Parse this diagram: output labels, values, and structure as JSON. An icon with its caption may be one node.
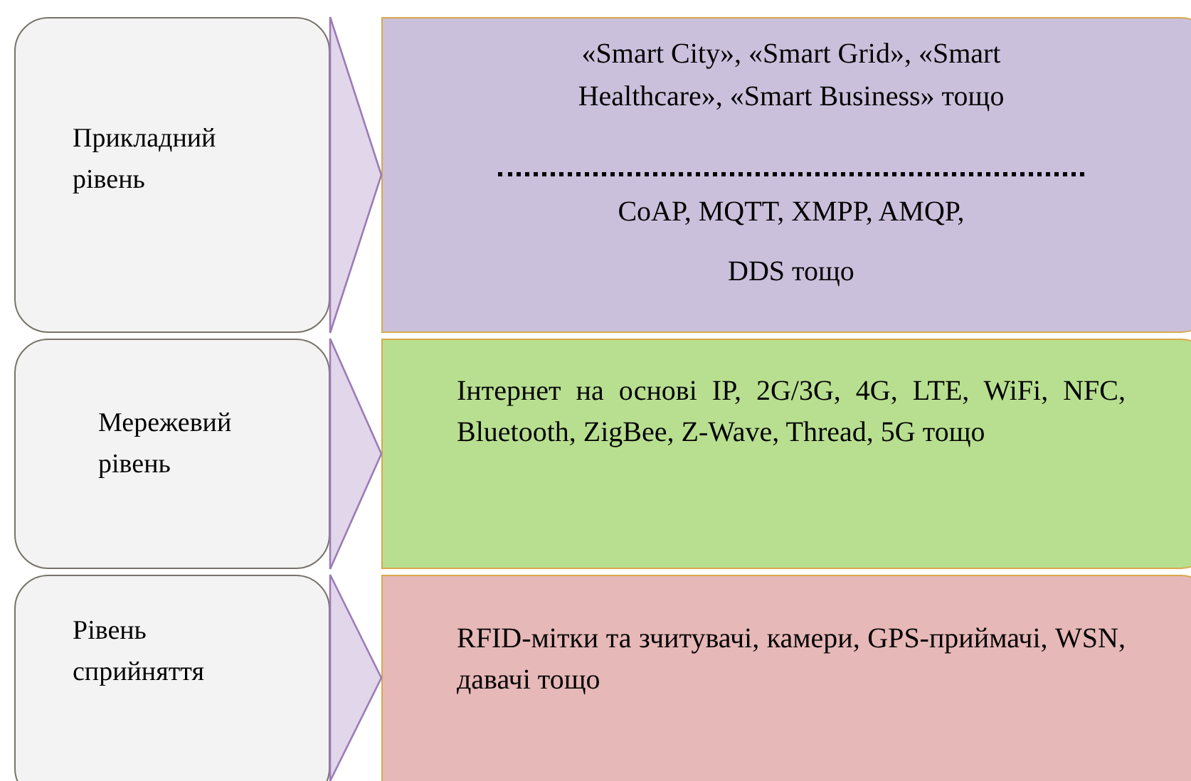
{
  "diagram": {
    "nodes": [
      {
        "text": [
          "Прикладний рівень"
        ]
      },
      {
        "text": [
          "«Smart City», «Smart Grid», «Smart Healthcare», «Smart Business» тощо",
          "CoAP, MQTT, XMPP, AMQP, DDS тощо"
        ]
      },
      {
        "text": [
          "Мережевий рівень"
        ]
      },
      {
        "text": [
          "Інтернет на основі IP, 2G/3G, 4G, LTE, WiFi, NFC, Bluetooth, ZigBee, Z-Wave, Thread, 5G тощо"
        ]
      },
      {
        "text": [
          "Рівень сприйняття"
        ]
      },
      {
        "text": [
          "RFID-мітки та зчитувачі, камери, GPS-приймачі, WSN, давачі тощо"
        ]
      }
    ],
    "edges": [
      {
        "from": 0,
        "to": 1,
        "arrow": "to"
      },
      {
        "from": 2,
        "to": 3,
        "arrow": "to"
      },
      {
        "from": 4,
        "to": 5,
        "arrow": "to"
      }
    ]
  }
}
